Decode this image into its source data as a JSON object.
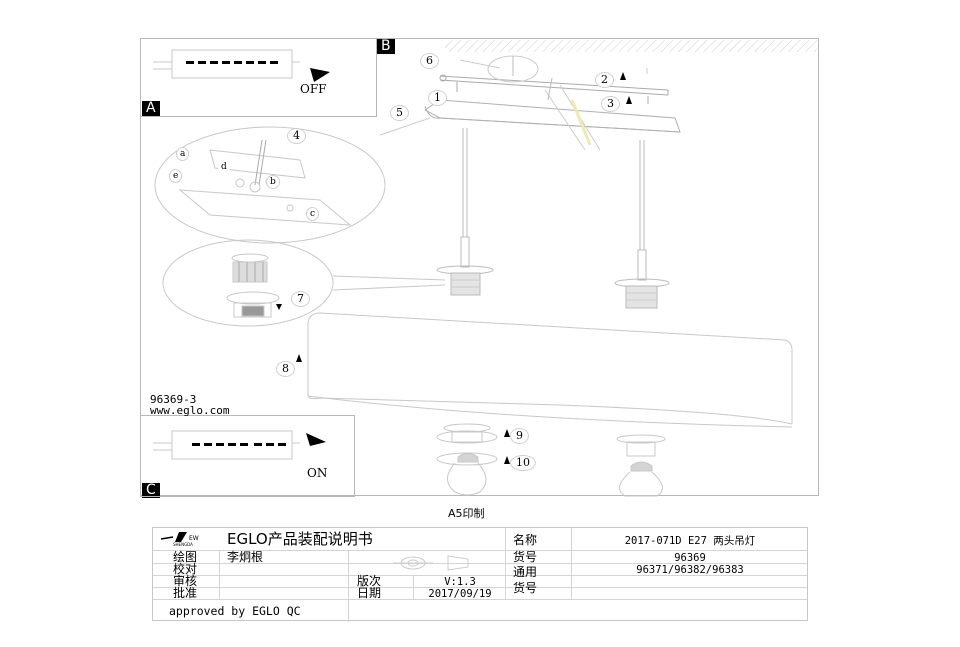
{
  "document": {
    "model_code": "96369-3",
    "website": "www.eglo.com",
    "print_size": "A5印制"
  },
  "panels": {
    "a": {
      "tag": "A",
      "switch_label": "OFF"
    },
    "b": {
      "tag": "B"
    },
    "c": {
      "tag": "C",
      "switch_label": "ON"
    }
  },
  "steps": [
    "1",
    "2",
    "3",
    "4",
    "5",
    "6",
    "7",
    "8",
    "9",
    "10"
  ],
  "detail_letters": [
    "a",
    "b",
    "c",
    "d",
    "e"
  ],
  "title_block": {
    "logo_text": "SHENGDA LIGHTING",
    "title": "EGLO产品装配说明书",
    "rows": [
      {
        "label": "绘图",
        "value": "李炯根"
      },
      {
        "label": "校对",
        "value": ""
      },
      {
        "label": "审核",
        "value": ""
      },
      {
        "label": "批准",
        "value": ""
      }
    ],
    "version_label": "版次",
    "version_value": "V:1.3",
    "date_label": "日期",
    "date_value": "2017/09/19",
    "approval": "approved by EGLO QC",
    "name_label": "名称",
    "name_value": "2017-071D E27 两头吊灯",
    "item_no_label": "货号",
    "item_no_value": "96369",
    "common_item_label_1": "通用",
    "common_item_label_2": "货号",
    "common_item_value": "96371/96382/96383"
  },
  "colors": {
    "line": "#b8b8b8",
    "tag_bg": "#000000",
    "tag_text": "#ffffff",
    "socket_fill": "#cfcfcf",
    "cable_highlight": "#f3efc0"
  }
}
